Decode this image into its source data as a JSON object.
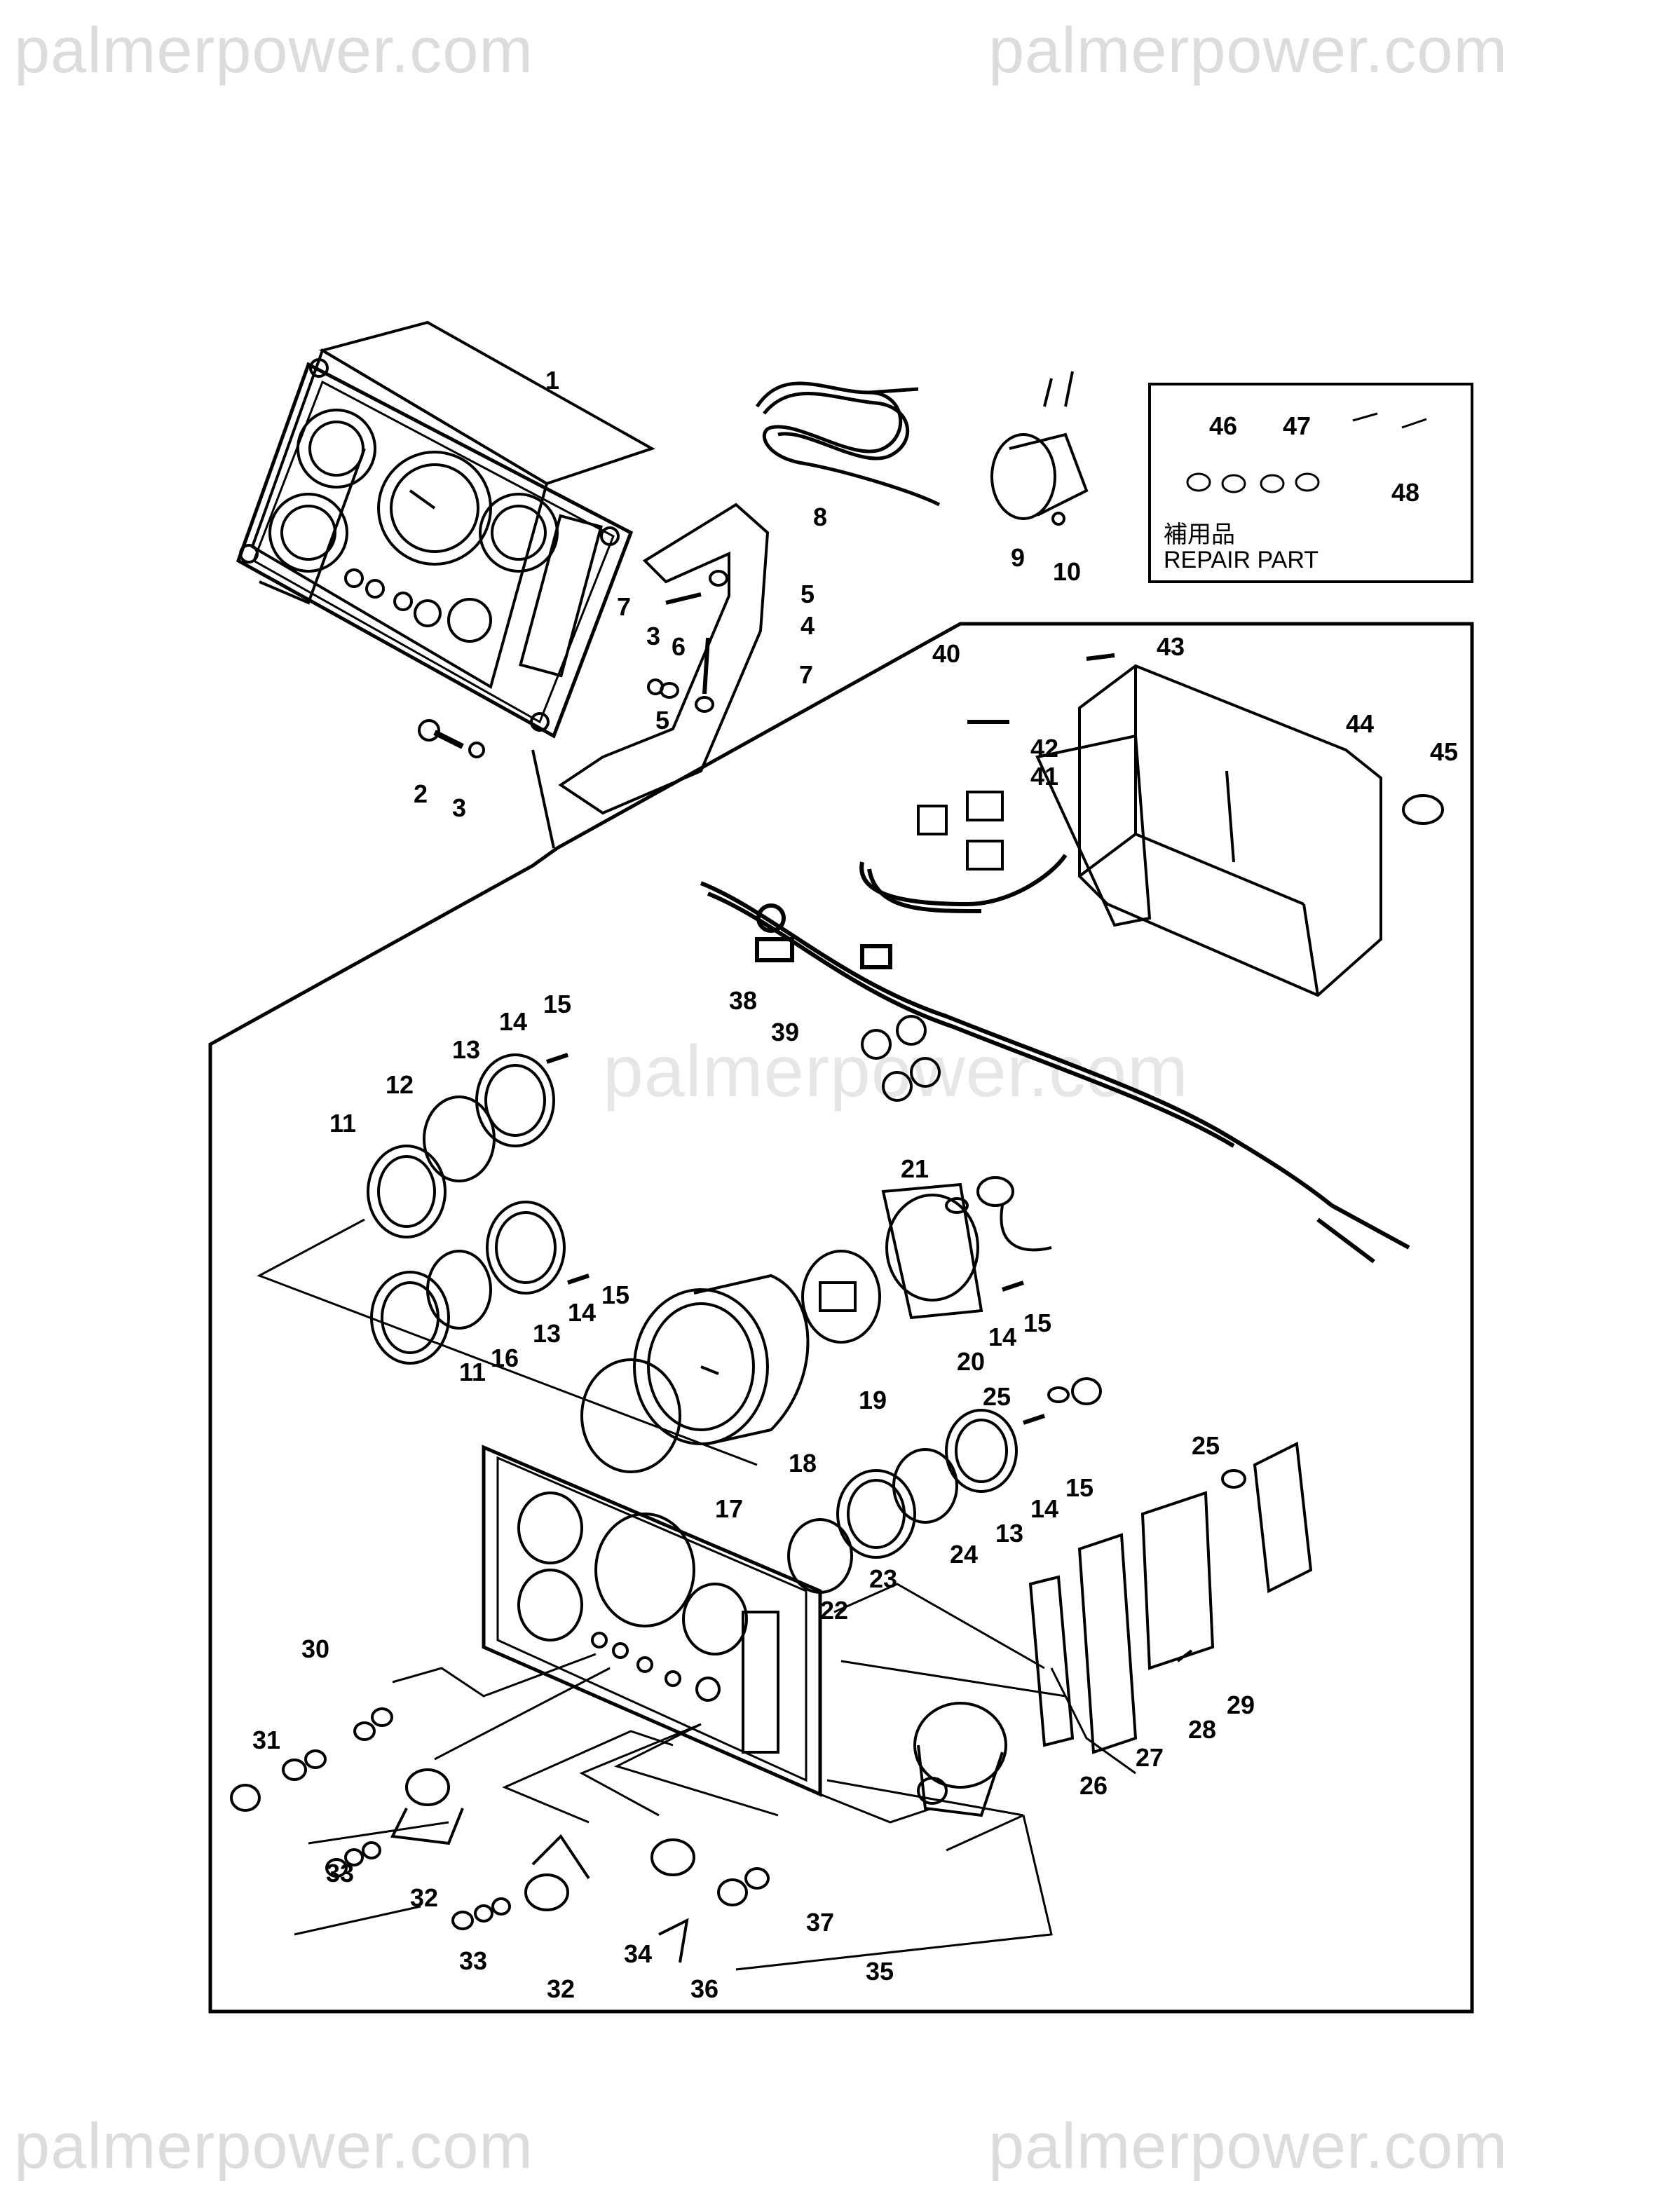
{
  "watermark": "palmerpower.com",
  "repair_part": {
    "label_jp": "補用品",
    "label_en": "REPAIR PART"
  },
  "callouts": [
    "1",
    "2",
    "3",
    "3",
    "4",
    "5",
    "5",
    "6",
    "7",
    "7",
    "8",
    "9",
    "10",
    "11",
    "11",
    "12",
    "13",
    "13",
    "13",
    "14",
    "14",
    "14",
    "14",
    "15",
    "15",
    "15",
    "15",
    "16",
    "17",
    "18",
    "19",
    "20",
    "21",
    "22",
    "23",
    "24",
    "25",
    "25",
    "26",
    "27",
    "28",
    "29",
    "30",
    "31",
    "32",
    "32",
    "33",
    "33",
    "34",
    "35",
    "36",
    "37",
    "38",
    "39",
    "40",
    "41",
    "42",
    "43",
    "44",
    "45",
    "46",
    "47",
    "48"
  ]
}
